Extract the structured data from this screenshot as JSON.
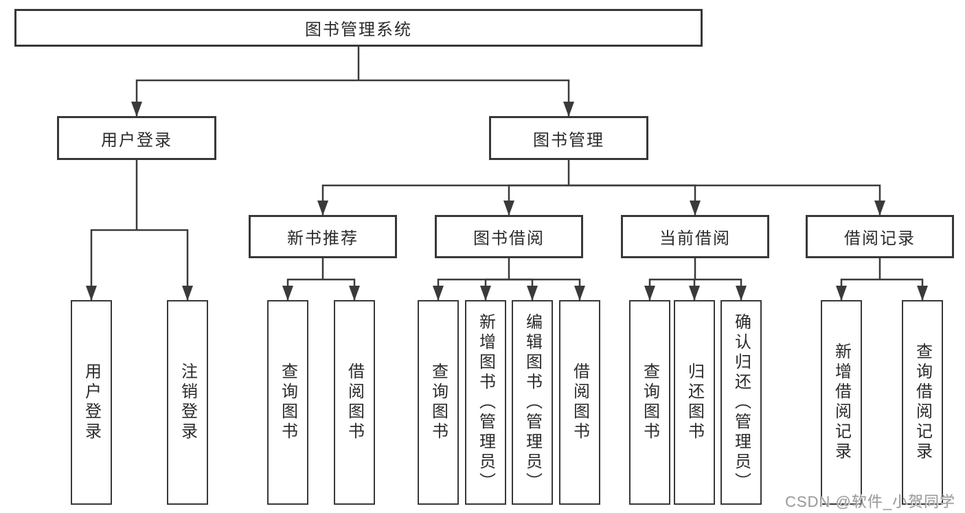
{
  "diagram": {
    "root": {
      "label": "图书管理系统"
    },
    "level2": [
      {
        "label": "用户登录"
      },
      {
        "label": "图书管理"
      }
    ],
    "level3": [
      {
        "label": "新书推荐"
      },
      {
        "label": "图书借阅"
      },
      {
        "label": "当前借阅"
      },
      {
        "label": "借阅记录"
      }
    ],
    "leaves": [
      {
        "label": "用户登录"
      },
      {
        "label": "注销登录"
      },
      {
        "label": "查询图书"
      },
      {
        "label": "借阅图书"
      },
      {
        "label": "查询图书"
      },
      {
        "label": "新增图书（管理员）"
      },
      {
        "label": "编辑图书（管理员）"
      },
      {
        "label": "借阅图书"
      },
      {
        "label": "查询图书"
      },
      {
        "label": "归还图书"
      },
      {
        "label": "确认归还（管理员）"
      },
      {
        "label": "新增借阅记录"
      },
      {
        "label": "查询借阅记录"
      }
    ]
  },
  "watermark": {
    "text": "CSDN @软件_小贺同学"
  },
  "colors": {
    "background": "#ffffff",
    "box_fill": "#ffffff",
    "box_border": "#383838",
    "line": "#3a3a3a",
    "text": "#2b2b2b",
    "watermark_text": "#9c9c9c"
  }
}
